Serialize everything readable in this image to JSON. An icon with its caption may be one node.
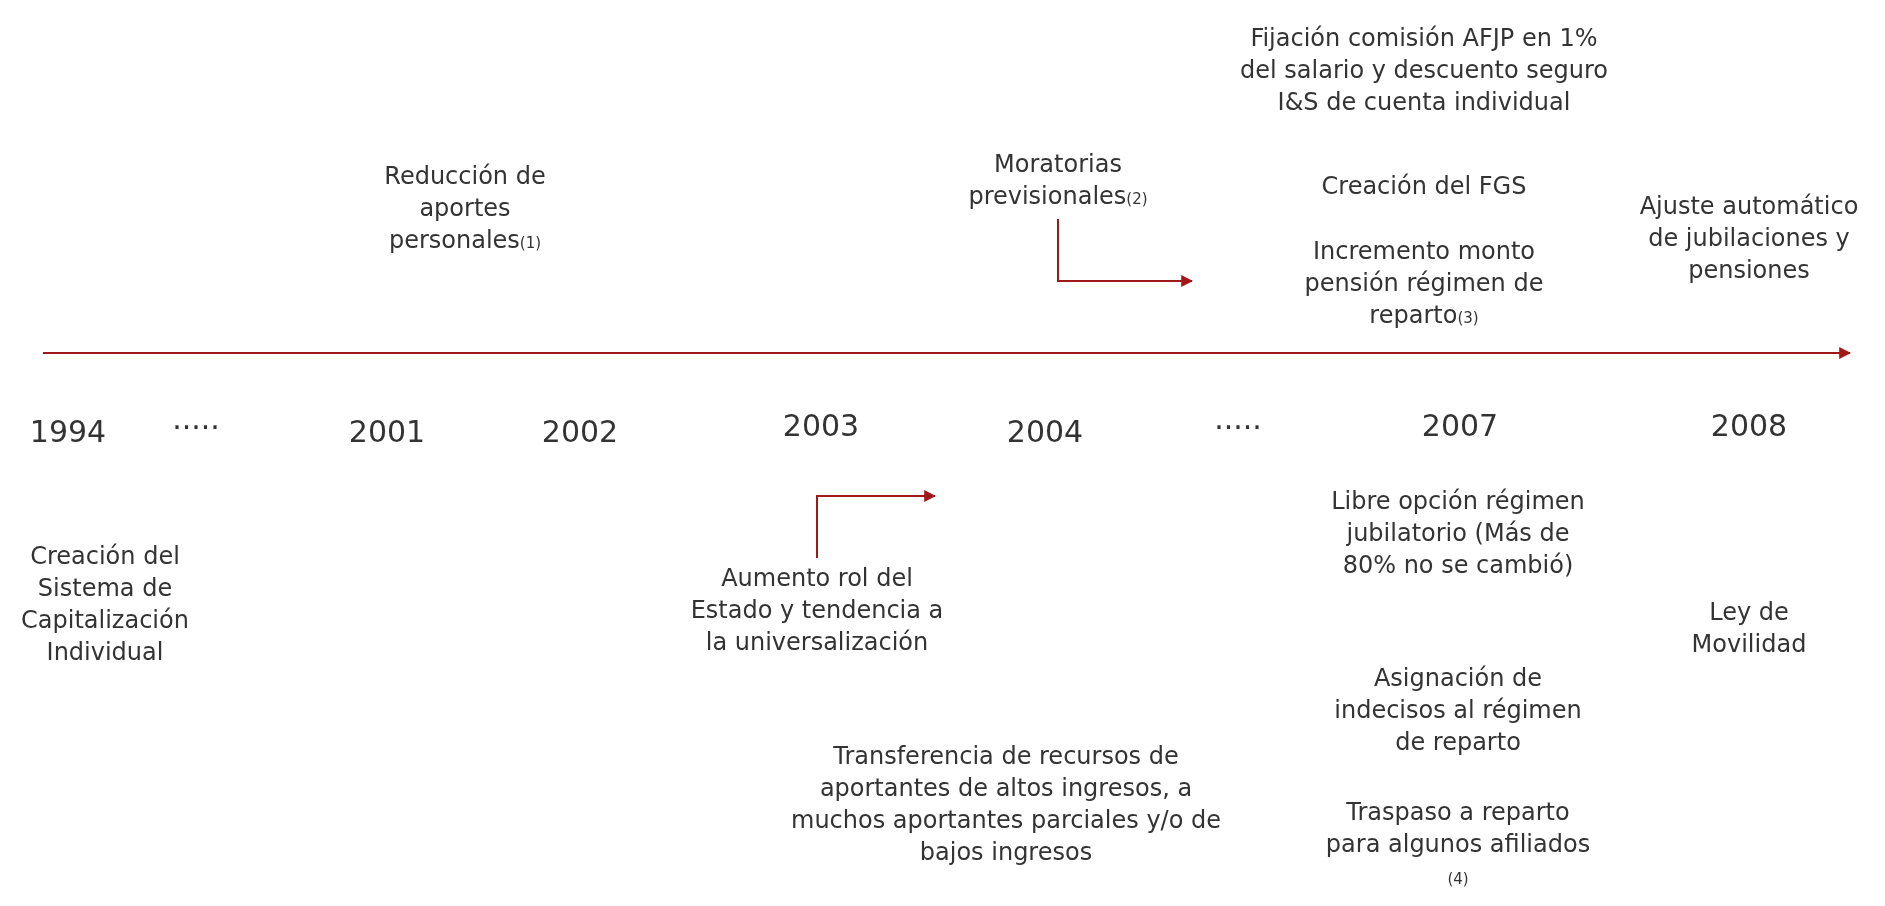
{
  "diagram": {
    "nodes": [
      {
        "text": [
          "Moratorias previsionales$_{(2)}$"
        ]
      },
      {
        "text": [
          "Aumento rol del Estado y tendencia a la universalización"
        ]
      }
    ],
    "edges": [
      {
        "from": 0,
        "to": null,
        "arrow": "to"
      },
      {
        "from": 1,
        "to": null,
        "arrow": "to"
      }
    ],
    "labels": [
      "Fijación comisión AFJP en 1% del salario y descuento seguro I&S de cuenta individual",
      "Reducción de aportes personales$_{(1)}$",
      "Creación del FGS",
      "Ajuste automático de jubilaciones y pensiones",
      "Incremento monto pensión régimen de reparto$_{(3)}$",
      "1994",
      "·····",
      "2001",
      "2002",
      "2003",
      "2004",
      "·····",
      "2007",
      "2008",
      "Libre opción régimen jubilatorio (Más de 80% no se cambió)",
      "Creación del Sistema de Capitalización Individual",
      "Ley de Movilidad",
      "Asignación de indecisos al régimen de reparto",
      "Transferencia de recursos de aportantes de altos ingresos, a muchos aportantes parciales y/o de bajos ingresos",
      "Traspaso a reparto para algunos afiliados $_{(4)}$"
    ]
  }
}
